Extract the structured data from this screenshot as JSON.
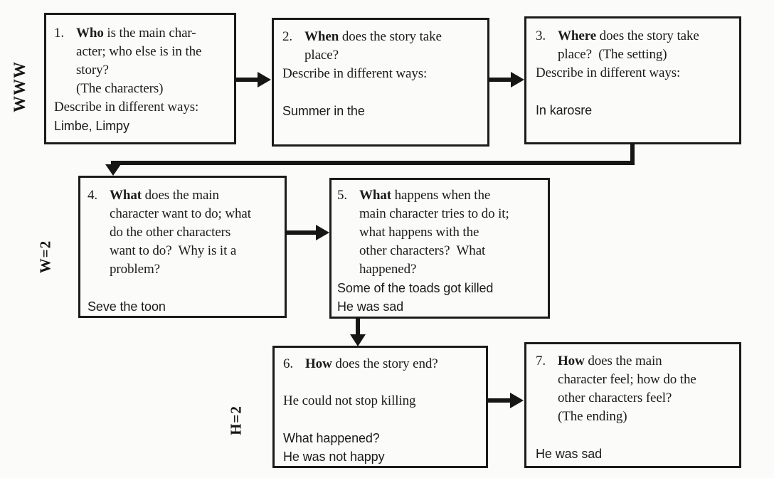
{
  "labels": {
    "www": "WWW",
    "w_2": "W=2",
    "h_2": "H=2"
  },
  "colors": {
    "paper": "#fbfbf9",
    "ink": "#1b1b1b",
    "border": "#1b1b1b",
    "arrow": "#161616"
  },
  "connectors": [
    {
      "from": "box-1-who",
      "to": "box-2-when",
      "direction": "right"
    },
    {
      "from": "box-2-when",
      "to": "box-3-where",
      "direction": "right"
    },
    {
      "from": "box-3-where",
      "to": "box-4-what-want",
      "direction": "down-left-down"
    },
    {
      "from": "box-4-what-want",
      "to": "box-5-what-happens",
      "direction": "right"
    },
    {
      "from": "box-5-what-happens",
      "to": "box-6-how-end",
      "direction": "down"
    },
    {
      "from": "box-6-how-end",
      "to": "box-7-how-feel",
      "direction": "right"
    }
  ],
  "boxes": [
    {
      "id": "1",
      "keyword": "Who",
      "lines": [
        {
          "num": "1.",
          "bold": "Who",
          "text": " is the main char-"
        },
        {
          "text": "acter; who else is in the",
          "indent": true
        },
        {
          "text": "story?",
          "indent": true
        },
        {
          "text": "(The characters)",
          "indent": true
        },
        {
          "text": "Describe in different ways:"
        },
        {
          "text": "Limbe, Limpy",
          "font": "sans"
        }
      ]
    },
    {
      "id": "2",
      "keyword": "When",
      "lines": [
        {
          "num": "2.",
          "bold": "When",
          "text": " does the story take"
        },
        {
          "text": "place?",
          "indent": true
        },
        {
          "text": "Describe in different ways:"
        },
        {
          "blank": true
        },
        {
          "text": "Summer in the",
          "font": "sans"
        }
      ]
    },
    {
      "id": "3",
      "keyword": "Where",
      "lines": [
        {
          "num": "3.",
          "bold": "Where",
          "text": " does the story take"
        },
        {
          "text": "place?  (The setting)",
          "indent": true
        },
        {
          "text": "Describe in different ways:"
        },
        {
          "blank": true
        },
        {
          "text": "In karosre",
          "font": "sans"
        }
      ]
    },
    {
      "id": "4",
      "keyword": "What",
      "lines": [
        {
          "num": "4.",
          "bold": "What",
          "text": " does the main"
        },
        {
          "text": "character want to do; what",
          "indent": true
        },
        {
          "text": "do the other characters",
          "indent": true
        },
        {
          "text": "want to do?  Why is it a",
          "indent": true
        },
        {
          "text": "problem?",
          "indent": true
        },
        {
          "blank": true
        },
        {
          "text": "Seve the toon",
          "font": "sans"
        }
      ]
    },
    {
      "id": "5",
      "keyword": "What",
      "lines": [
        {
          "num": "5.",
          "bold": "What",
          "text": " happens when the"
        },
        {
          "text": "main character tries to do it;",
          "indent": true
        },
        {
          "text": "what happens with the",
          "indent": true
        },
        {
          "text": "other characters?  What",
          "indent": true
        },
        {
          "text": "happened?",
          "indent": true
        },
        {
          "text": "Some of the toads got killed",
          "font": "sans"
        },
        {
          "text": "He was sad",
          "font": "sans"
        }
      ]
    },
    {
      "id": "6",
      "keyword": "How",
      "lines": [
        {
          "num": "6.",
          "bold": "How",
          "text": " does the story end?"
        },
        {
          "blank": true
        },
        {
          "text": "He could not stop killing"
        },
        {
          "blank": true
        },
        {
          "text": "What happened?",
          "font": "sans"
        },
        {
          "text": "He was not happy",
          "font": "sans"
        }
      ]
    },
    {
      "id": "7",
      "keyword": "How",
      "lines": [
        {
          "num": "7.",
          "bold": "How",
          "text": " does the main"
        },
        {
          "text": "character feel; how do the",
          "indent": true
        },
        {
          "text": "other characters feel?",
          "indent": true
        },
        {
          "text": "(The ending)",
          "indent": true
        },
        {
          "blank": true
        },
        {
          "text": "He was sad",
          "font": "sans"
        }
      ]
    }
  ]
}
